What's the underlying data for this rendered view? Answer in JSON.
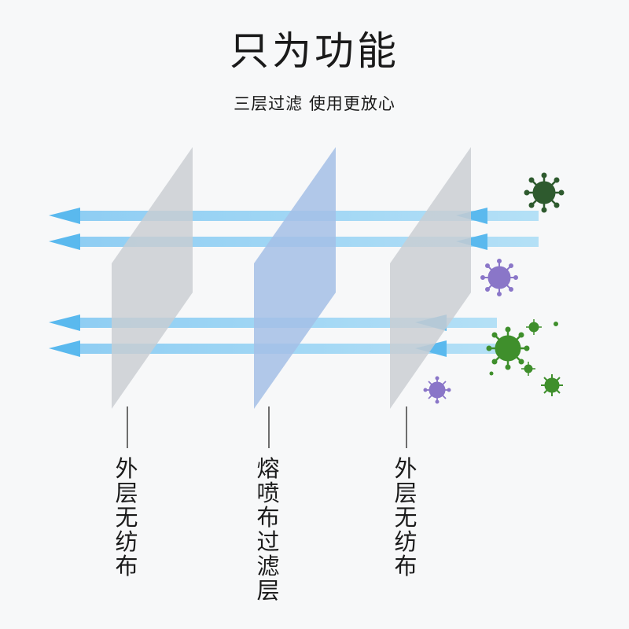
{
  "header": {
    "title": "只为功能",
    "subtitle": "三层过滤 使用更放心"
  },
  "layers": [
    {
      "label": "外层无纺布",
      "color": "#c9cdd2"
    },
    {
      "label": "熔喷布过滤层",
      "color": "#a4bfe6"
    },
    {
      "label": "外层无纺布",
      "color": "#c9cdd2"
    }
  ],
  "colors": {
    "airflow": "#8fd0f3",
    "arrowhead": "#5ab9ee",
    "virus_purple": "#8a76c8",
    "virus_green": "#3f8f2c",
    "virus_dark_green": "#2e5a2e"
  },
  "icons": [
    "virus-icon"
  ]
}
